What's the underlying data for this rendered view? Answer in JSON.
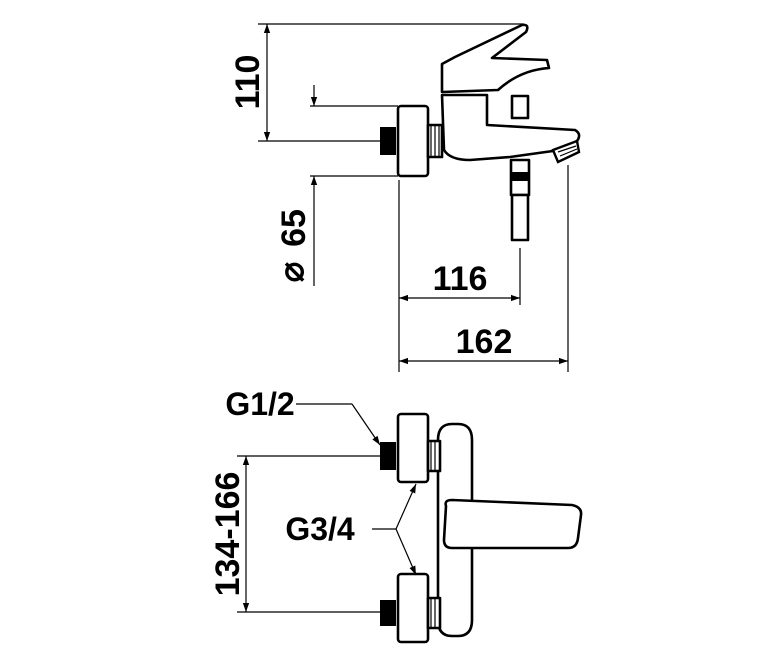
{
  "dimensions": {
    "height_top": "110",
    "diameter": "65",
    "diameter_symbol": "⌀",
    "length_outlet": "116",
    "length_total": "162",
    "center_distance": "134-166"
  },
  "labels": {
    "inlet_thread": "G1/2",
    "eccentric_thread": "G3/4"
  }
}
